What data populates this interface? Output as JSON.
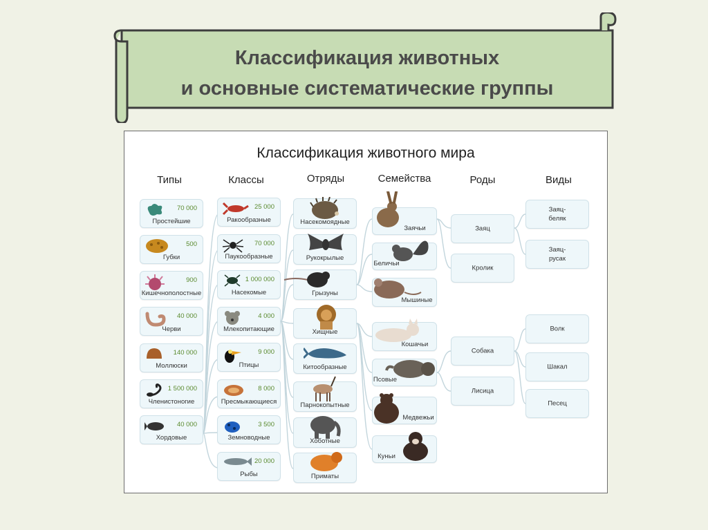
{
  "banner": {
    "line1": "Классификация животных",
    "line2": "и основные систематические группы"
  },
  "diagram": {
    "title": "Классификация животного мира",
    "columns": [
      "Типы",
      "Классы",
      "Отряды",
      "Семейства",
      "Роды",
      "Виды"
    ],
    "types": [
      {
        "label": "Простейшие",
        "count": "70 000",
        "icon": "protozoa-icon"
      },
      {
        "label": "Губки",
        "count": "500",
        "icon": "sponge-icon"
      },
      {
        "label": "Кишечнополостные",
        "count": "900",
        "icon": "anemone-icon"
      },
      {
        "label": "Черви",
        "count": "40 000",
        "icon": "worm-icon"
      },
      {
        "label": "Моллюски",
        "count": "140 000",
        "icon": "mollusk-icon"
      },
      {
        "label": "Членистоногие",
        "count": "1 500 000",
        "icon": "scorpion-icon"
      },
      {
        "label": "Хордовые",
        "count": "40 000",
        "icon": "chordate-icon"
      }
    ],
    "classes": [
      {
        "label": "Ракообразные",
        "count": "25 000",
        "icon": "crayfish-icon"
      },
      {
        "label": "Паукообразные",
        "count": "70 000",
        "icon": "spider-icon"
      },
      {
        "label": "Насекомые",
        "count": "1 000 000",
        "icon": "insect-icon"
      },
      {
        "label": "Млекопитающие",
        "count": "4 000",
        "icon": "mammal-icon"
      },
      {
        "label": "Птицы",
        "count": "9 000",
        "icon": "toucan-icon"
      },
      {
        "label": "Пресмыкающиеся",
        "count": "8 000",
        "icon": "snake-icon"
      },
      {
        "label": "Земноводные",
        "count": "3 500",
        "icon": "frog-icon"
      },
      {
        "label": "Рыбы",
        "count": "20 000",
        "icon": "fish-icon"
      }
    ],
    "orders": [
      {
        "label": "Насекомоядные",
        "icon": "hedgehog-icon"
      },
      {
        "label": "Рукокрылые",
        "icon": "bat-icon"
      },
      {
        "label": "Грызуны",
        "icon": "rat-icon"
      },
      {
        "label": "Хищные",
        "icon": "lion-icon"
      },
      {
        "label": "Китообразные",
        "icon": "whale-icon"
      },
      {
        "label": "Парнокопытные",
        "icon": "antelope-icon"
      },
      {
        "label": "Хоботные",
        "icon": "elephant-icon"
      },
      {
        "label": "Приматы",
        "icon": "monkey-icon"
      }
    ],
    "families": [
      {
        "label": "Заячьи",
        "icon": "hare-icon"
      },
      {
        "label": "Беличьи",
        "icon": "squirrel-icon"
      },
      {
        "label": "Мышиные",
        "icon": "mouse-icon"
      },
      {
        "label": "Кошачьи",
        "icon": "cat-icon"
      },
      {
        "label": "Псовые",
        "icon": "wolf-icon"
      },
      {
        "label": "Медвежьи",
        "icon": "bear-icon"
      },
      {
        "label": "Куньи",
        "icon": "marten-icon"
      }
    ],
    "genera": [
      "Заяц",
      "Кролик",
      "Собака",
      "Лисица"
    ],
    "species": [
      {
        "label": "Заяц-\nбеляк"
      },
      {
        "label": "Заяц-\nрусак"
      },
      {
        "label": "Волк"
      },
      {
        "label": "Шакал"
      },
      {
        "label": "Песец"
      }
    ]
  }
}
